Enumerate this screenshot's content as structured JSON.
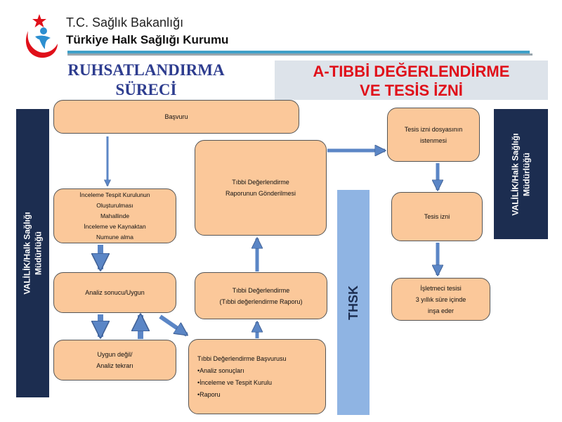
{
  "header": {
    "org_line1": "T.C. Sağlık Bakanlığı",
    "org_line2": "Türkiye Halk Sağlığı Kurumu"
  },
  "process_title": {
    "line1": "RUHSATLANDIRMA",
    "line2": "SÜRECİ"
  },
  "section_title": {
    "line1": "A-TIBBİ DEĞERLENDİRME",
    "line2": "VE TESİS İZNİ"
  },
  "lanes": {
    "left": {
      "line1": "VALİLİK/Halk Sağlığı",
      "line2": "Müdürlüğü"
    },
    "right": {
      "line1": "VALİLİK/Halk Sağlığı",
      "line2": "Müdürlüğü"
    },
    "middle": "THSK"
  },
  "boxes": {
    "basvuru": "Başvuru",
    "inceleme": [
      "İnceleme Tespit Kurulunun",
      "Oluşturulması",
      "Mahallinde",
      "İnceleme ve Kaynaktan",
      "Numune alma"
    ],
    "analiz": "Analiz sonucu/Uygun",
    "uygun_degil": [
      "Uygun değil/",
      "Analiz tekrarı"
    ],
    "rapor_gonderim": [
      "Tıbbi Değerlendirme",
      "Raporunun Gönderilmesi"
    ],
    "tibbi_rapor": [
      "Tıbbi Değerlendirme",
      "(Tıbbi değerlendirme Raporu)"
    ],
    "tibbi_basvuru": [
      "Tıbbi Değerlendirme Başvurusu",
      "•Analiz sonuçları",
      "•İnceleme ve Tespit Kurulu",
      "•Raporu"
    ],
    "tesis_dosya": [
      "Tesis izni dosyasının",
      "istenmesi"
    ],
    "tesis_izni": "Tesis izni",
    "isletmeci": [
      "İşletmeci tesisi",
      "3 yıllık süre içinde",
      "inşa eder"
    ]
  },
  "colors": {
    "box_fill": "#fbc89a",
    "arrow_fill": "#5b86c6",
    "lane_dark": "#1c2d50",
    "lane_thsk": "#8fb4e3",
    "title_blue": "#2e3d8f",
    "title_red": "#e0101a"
  },
  "icons": [
    "ministry-logo-icon"
  ]
}
